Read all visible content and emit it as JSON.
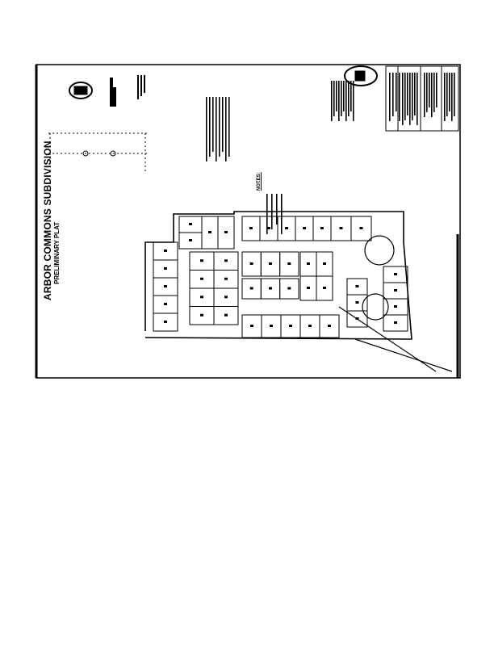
{
  "drawing": {
    "title": "ARBOR COMMONS SUBDIVISION",
    "subtitle": "PRELIMINARY PLAT",
    "notes_heading": "NOTES:"
  },
  "colors": {
    "ink": "#000000",
    "paper": "#ffffff"
  }
}
